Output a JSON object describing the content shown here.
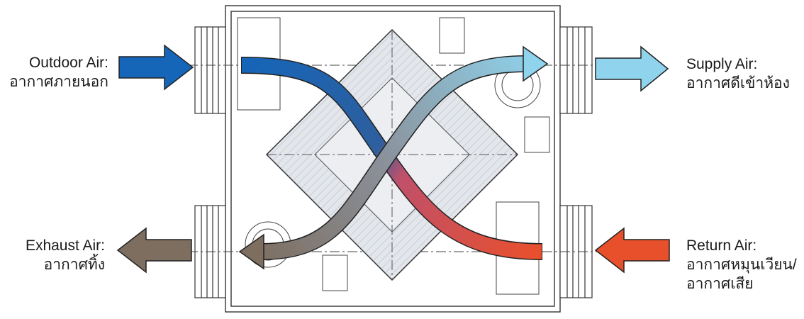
{
  "labels": {
    "outdoor": {
      "en": "Outdoor Air:",
      "th": "อากาศภายนอก"
    },
    "supply": {
      "en": "Supply Air:",
      "th": "อากาศดีเข้าห้อง"
    },
    "exhaust": {
      "en": "Exhaust Air:",
      "th": "อากาศทิ้ง"
    },
    "return": {
      "en": "Return Air:",
      "th": "อากาศหมุนเวียน/",
      "th2": "อากาศเสีย"
    }
  },
  "colors": {
    "outdoor": "#1565b8",
    "supply": "#8fd3ec",
    "exhaust": "#7d6e60",
    "return": "#e8502c"
  }
}
